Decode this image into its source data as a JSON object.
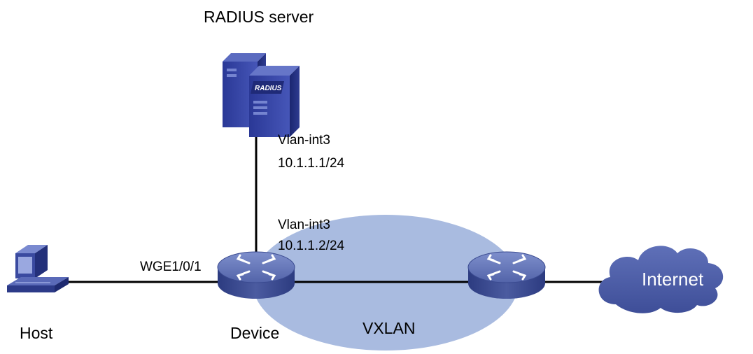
{
  "title": "",
  "nodes": {
    "radius_server": {
      "label": "RADIUS server",
      "badge": "RADIUS"
    },
    "host": {
      "label": "Host"
    },
    "device": {
      "label": "Device"
    },
    "internet": {
      "label": "Internet"
    },
    "vxlan": {
      "label": "VXLAN"
    }
  },
  "interfaces": {
    "server_vlan": "Vlan-int3",
    "server_ip": "10.1.1.1/24",
    "device_vlan": "Vlan-int3",
    "device_ip": "10.1.1.2/24",
    "host_port": "WGE1/0/1"
  },
  "colors": {
    "vxlan_fill": "#a9bbe0",
    "device_blue": "#4a5a9f",
    "server_blue": "#2a3796",
    "cloud_blue": "#4f5fa6",
    "line": "#000000"
  }
}
